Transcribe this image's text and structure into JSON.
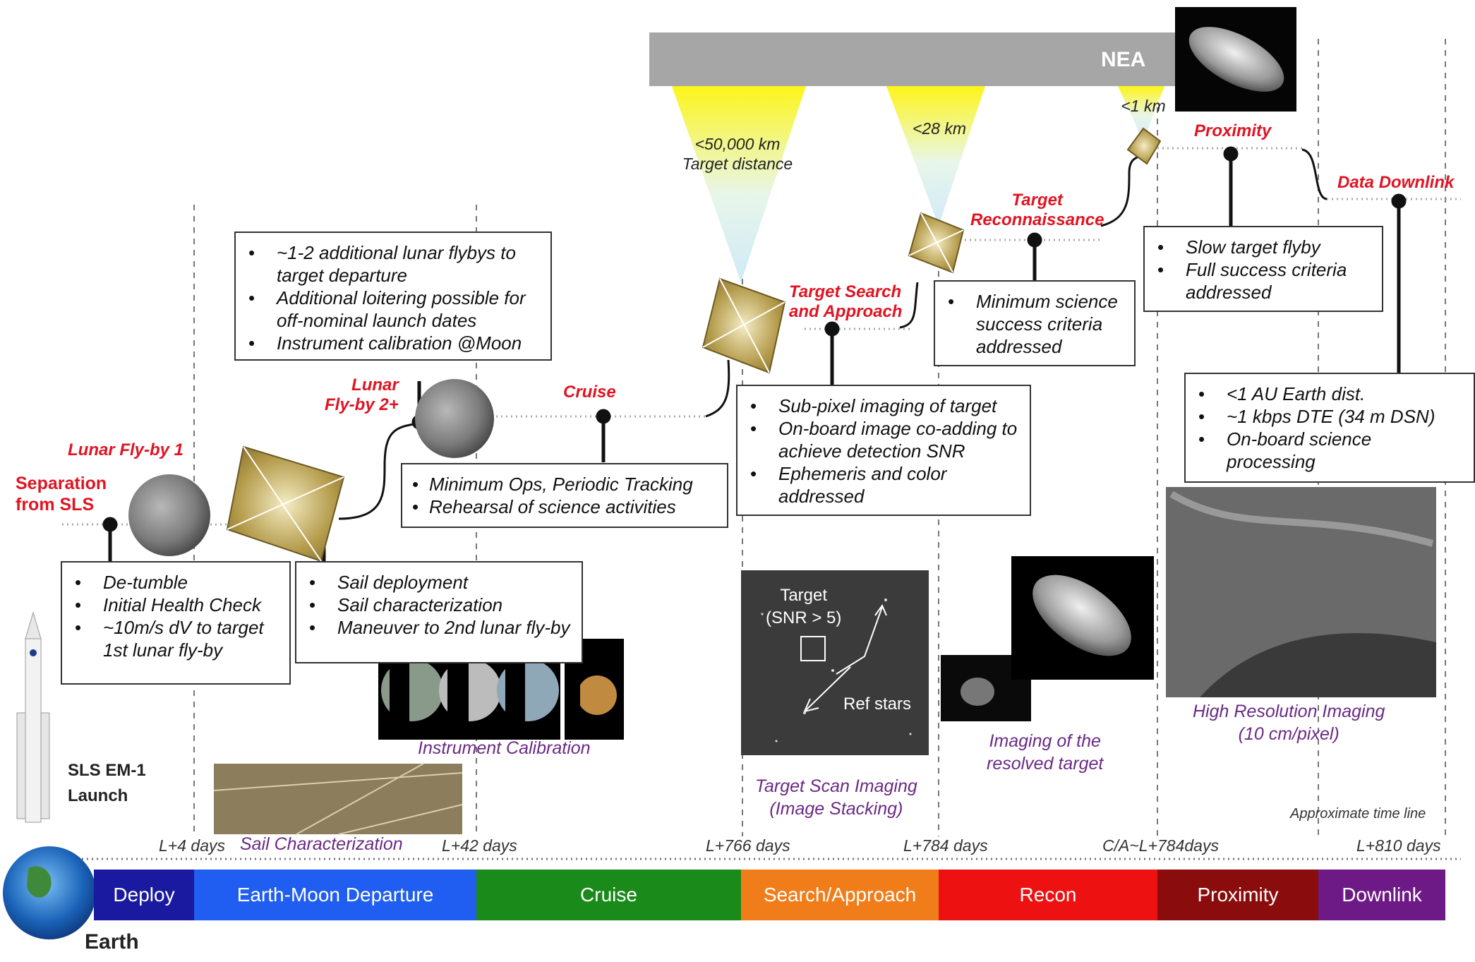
{
  "top_bar": {
    "label": "NEA"
  },
  "cones": [
    {
      "label": "<50,000 km",
      "sub": "Target distance"
    },
    {
      "label": "<28 km"
    },
    {
      "label": "<1 km"
    }
  ],
  "events": {
    "separation": "Separation\nfrom SLS",
    "lunar_flyby_1": "Lunar Fly-by 1",
    "lunar_flyby_2": "Lunar\nFly-by 2+",
    "cruise": "Cruise",
    "target_search": "Target Search\nand Approach",
    "target_recon": "Target\nReconnaissance",
    "proximity": "Proximity",
    "data_downlink": "Data Downlink"
  },
  "boxes": {
    "detumble": [
      "De-tumble",
      "Initial Health Check",
      "~10m/s dV to target 1st lunar fly-by"
    ],
    "sail": [
      "Sail deployment",
      "Sail characterization",
      "Maneuver to 2nd lunar fly-by"
    ],
    "lunar_flybys": [
      "~1-2 additional lunar flybys to target departure",
      "Additional loitering possible for off-nominal launch dates",
      "Instrument calibration @Moon"
    ],
    "cruise": [
      "Minimum Ops, Periodic Tracking",
      "Rehearsal of science activities"
    ],
    "search": [
      "Sub-pixel imaging of target",
      "On-board image co-adding to achieve detection SNR",
      "Ephemeris and color addressed"
    ],
    "recon": [
      "Minimum science success criteria addressed"
    ],
    "proximity": [
      "Slow target flyby",
      "Full success criteria addressed"
    ],
    "downlink": [
      "<1 AU Earth dist.",
      "~1 kbps DTE (34 m DSN)",
      "On-board science processing"
    ]
  },
  "captions": {
    "sail_char": "Sail Characterization",
    "instrument_cal": "Instrument Calibration",
    "target_scan": "Target Scan Imaging\n(Image Stacking)",
    "resolved": "Imaging of the\nresolved target",
    "high_res": "High Resolution Imaging\n(10 cm/pixel)",
    "launch": "SLS EM-1\nLaunch",
    "approx": "Approximate time line",
    "scan_target": "Target\n(SNR > 5)",
    "scan_refstars": "Ref stars"
  },
  "ticks": [
    "L+4 days",
    "L+42 days",
    "L+766 days",
    "L+784 days",
    "C/A~L+784days",
    "L+810 days"
  ],
  "phases": [
    {
      "label": "Deploy",
      "color": "#1a1aa0"
    },
    {
      "label": "Earth-Moon Departure",
      "color": "#1f5ef0"
    },
    {
      "label": "Cruise",
      "color": "#1a8a1a"
    },
    {
      "label": "Search/Approach",
      "color": "#f07d1a"
    },
    {
      "label": "Recon",
      "color": "#ee1111"
    },
    {
      "label": "Proximity",
      "color": "#8a0c0c"
    },
    {
      "label": "Downlink",
      "color": "#6e1a86"
    }
  ],
  "earth_label": "Earth"
}
